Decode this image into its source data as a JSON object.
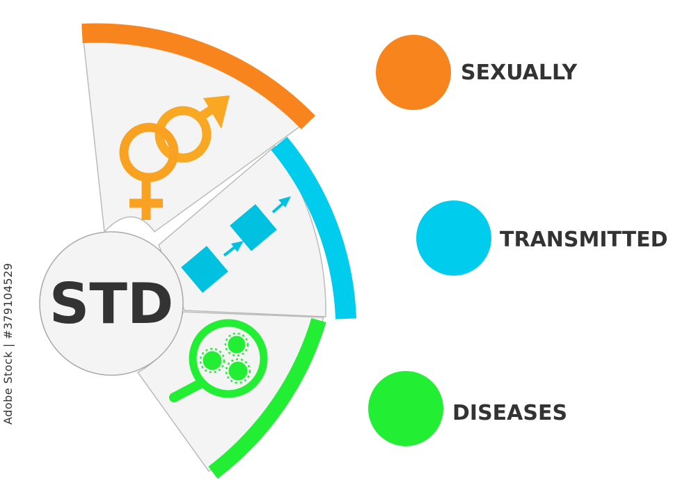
{
  "center": {
    "label": "STD"
  },
  "items": [
    {
      "label": "SEXUALLY",
      "color": "#f7841c",
      "icon": "gender-symbols-icon"
    },
    {
      "label": "TRANSMITTED",
      "color": "#00ccee",
      "icon": "transmission-arrows-icon"
    },
    {
      "label": "DISEASES",
      "color": "#22ee33",
      "icon": "magnifier-virus-icon"
    }
  ],
  "watermark": {
    "stock_id": "Adobe Stock | #379104529"
  }
}
